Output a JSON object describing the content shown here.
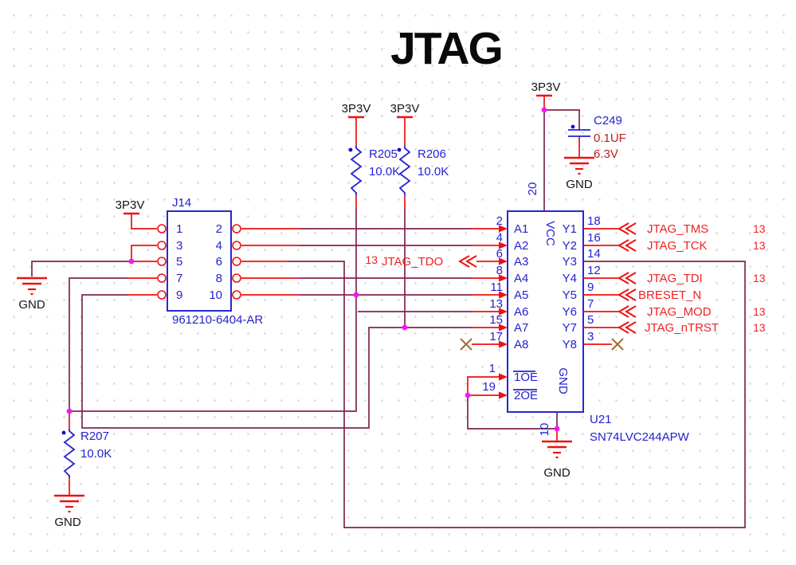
{
  "title": "JTAG",
  "colors": {
    "wire_bus": "#802451",
    "wire_stub": "#ee1111",
    "component_blue": "#2323cf",
    "junction_magenta": "#ff10ff",
    "no_connect_brown": "#a06d33",
    "net_label_red": "#ee2222",
    "value_red": "#b52222"
  },
  "connector": {
    "ref": "J14",
    "part": "961210-6404-AR",
    "left_pins": [
      "1",
      "3",
      "5",
      "7",
      "9"
    ],
    "right_pins": [
      "2",
      "4",
      "6",
      "8",
      "10"
    ]
  },
  "buffer": {
    "ref": "U21",
    "part": "SN74LVC244APW",
    "vcc": "VCC",
    "gnd": "GND",
    "vcc_pin": "20",
    "gnd_pin": "10",
    "a_names": [
      "A1",
      "A2",
      "A3",
      "A4",
      "A5",
      "A6",
      "A7",
      "A8"
    ],
    "a_pins": [
      "2",
      "4",
      "6",
      "8",
      "11",
      "13",
      "15",
      "17"
    ],
    "y_names": [
      "Y1",
      "Y2",
      "Y3",
      "Y4",
      "Y5",
      "Y6",
      "Y7",
      "Y8"
    ],
    "y_pins": [
      "18",
      "16",
      "14",
      "12",
      "9",
      "7",
      "5",
      "3"
    ],
    "oe_names": [
      "1OE",
      "2OE"
    ],
    "oe_pins": [
      "1",
      "19"
    ]
  },
  "resistors": [
    {
      "ref": "R205",
      "value": "10.0K"
    },
    {
      "ref": "R206",
      "value": "10.0K"
    },
    {
      "ref": "R207",
      "value": "10.0K"
    }
  ],
  "capacitor": {
    "ref": "C249",
    "value": "0.1UF",
    "voltage": "6.3V"
  },
  "power_rail": "3P3V",
  "ground": "GND",
  "tdo": {
    "page": "13",
    "name": "JTAG_TDO"
  },
  "net_labels": [
    {
      "name": "JTAG_TMS",
      "page": "13"
    },
    {
      "name": "JTAG_TCK",
      "page": "13"
    },
    {
      "name": "JTAG_TDI",
      "page": "13"
    },
    {
      "name": "BRESET_N",
      "page": ""
    },
    {
      "name": "JTAG_MOD",
      "page": "13"
    },
    {
      "name": "JTAG_nTRST",
      "page": "13"
    }
  ]
}
